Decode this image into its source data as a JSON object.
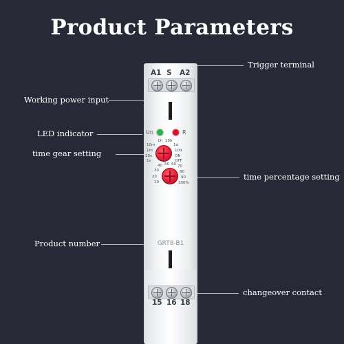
{
  "title": "Product Parameters",
  "callouts": {
    "trigger_terminal": "Trigger terminal",
    "working_power_input": "Working power input",
    "led_indicator": "LED indicator",
    "time_gear_setting": "time gear setting",
    "time_percentage_setting": "time percentage setting",
    "product_number": "Product number",
    "changeover_contact": "changeover contact"
  },
  "device": {
    "top_terminals": [
      "A1",
      "S",
      "A2"
    ],
    "bottom_terminals": [
      "15",
      "16",
      "18"
    ],
    "led_un": "Un",
    "led_r": "R",
    "model": "GRT8-B1",
    "gear_scale": [
      "1h",
      "10h",
      "10m",
      "1d",
      "1m",
      "10d",
      "10s",
      "ON",
      "1s",
      "OFF"
    ],
    "percent_scale": [
      "40",
      "50",
      "60",
      "70",
      "30",
      "80",
      "20",
      "90",
      "10",
      "100%"
    ]
  },
  "colors": {
    "background": "#272a36",
    "led_green": "#2fae4a",
    "led_red": "#d3192c",
    "dial_red": "#e01b33"
  }
}
